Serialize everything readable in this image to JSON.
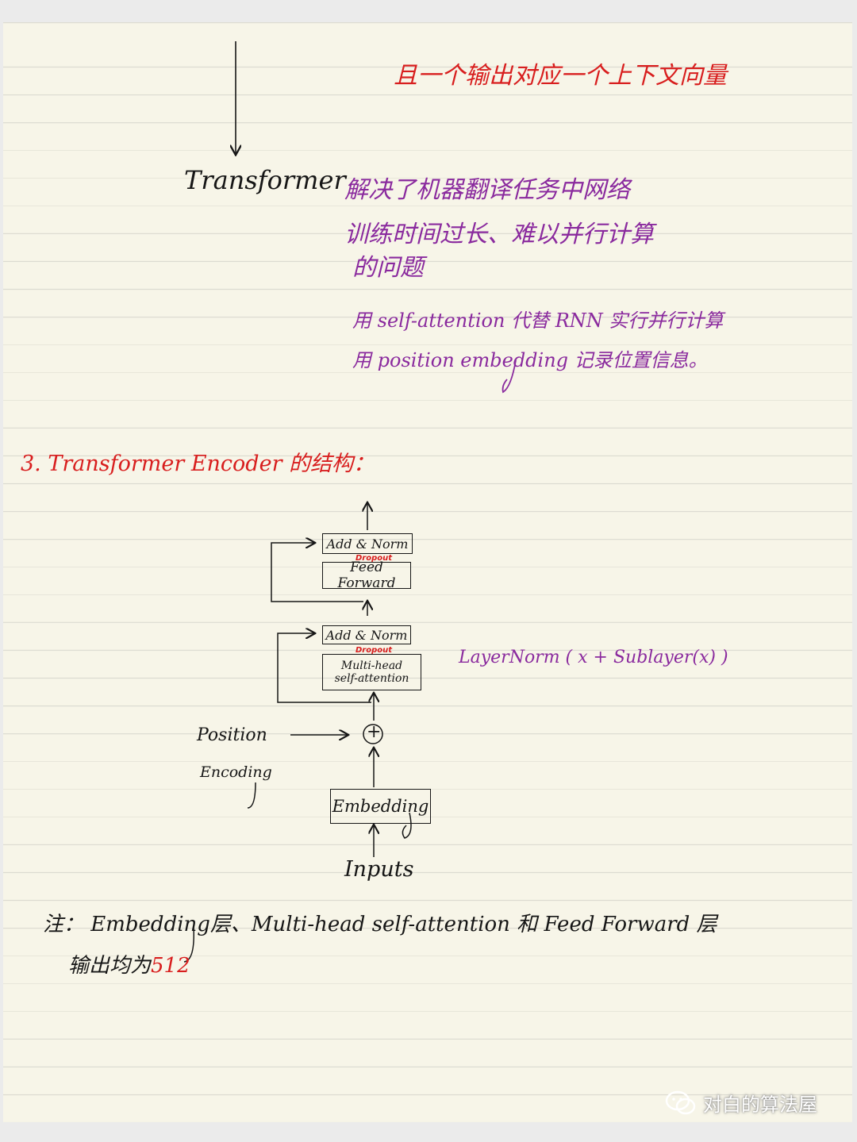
{
  "note_top": "且一个输出对应一个上下文向量",
  "transformer_label": "Transformer",
  "transformer_notes": [
    "解决了机器翻译任务中网络",
    "训练时间过长、难以并行计算",
    "的问题",
    "用 self-attention 代替 RNN 实行并行计算",
    "用 position embedding 记录位置信息。"
  ],
  "section_title": "3. Transformer Encoder 的结构：",
  "diagram": {
    "add_norm_top": "Add & Norm",
    "dropout_top": "Dropout",
    "feed_forward": "Feed Forward",
    "add_norm_bottom": "Add & Norm",
    "dropout_bottom": "Dropout",
    "multi_head_line1": "Multi-head",
    "multi_head_line2": "self-attention",
    "plus_symbol": "+",
    "position_line1": "Position",
    "position_line2": "Encoding",
    "embedding": "Embedding",
    "inputs": "Inputs",
    "formula": "LayerNorm ( x + Sublayer(x) )"
  },
  "footnote_line1": "注： Embedding层、Multi-head self-attention 和 Feed Forward 层",
  "footnote_line2_prefix": "输出均为",
  "footnote_value": "512",
  "watermark": "对白的算法屋",
  "colors": {
    "red": "#d81e1e",
    "purple": "#8a2a9e",
    "ink": "#161616",
    "paper": "#f7f5e8"
  }
}
